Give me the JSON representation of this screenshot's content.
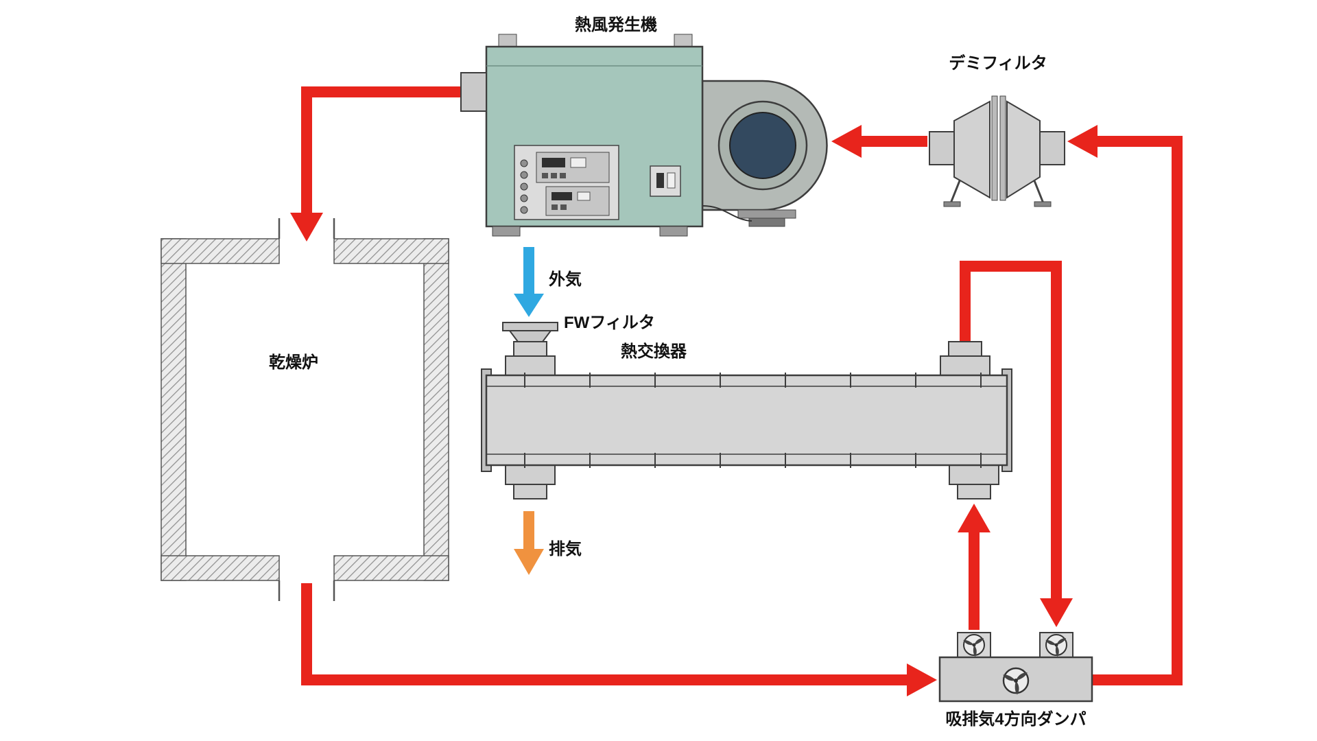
{
  "labels": {
    "hot_air_generator": "熱風発生機",
    "demi_filter": "デミフィルタ",
    "drying_furnace": "乾燥炉",
    "outside_air": "外気",
    "fw_filter": "FWフィルタ",
    "heat_exchanger": "熱交換器",
    "exhaust": "排気",
    "four_way_damper": "吸排気4方向ダンパ"
  },
  "colors": {
    "hot_air_flow": "#e8241c",
    "outside_air_flow": "#2fa8e1",
    "exhaust_flow": "#f0923f",
    "generator_body": "#a5c6bb",
    "machine_gray": "#d4d4d4",
    "fan_inlet": "#33495f",
    "outline": "#3d3d3d",
    "background": "#ffffff"
  }
}
